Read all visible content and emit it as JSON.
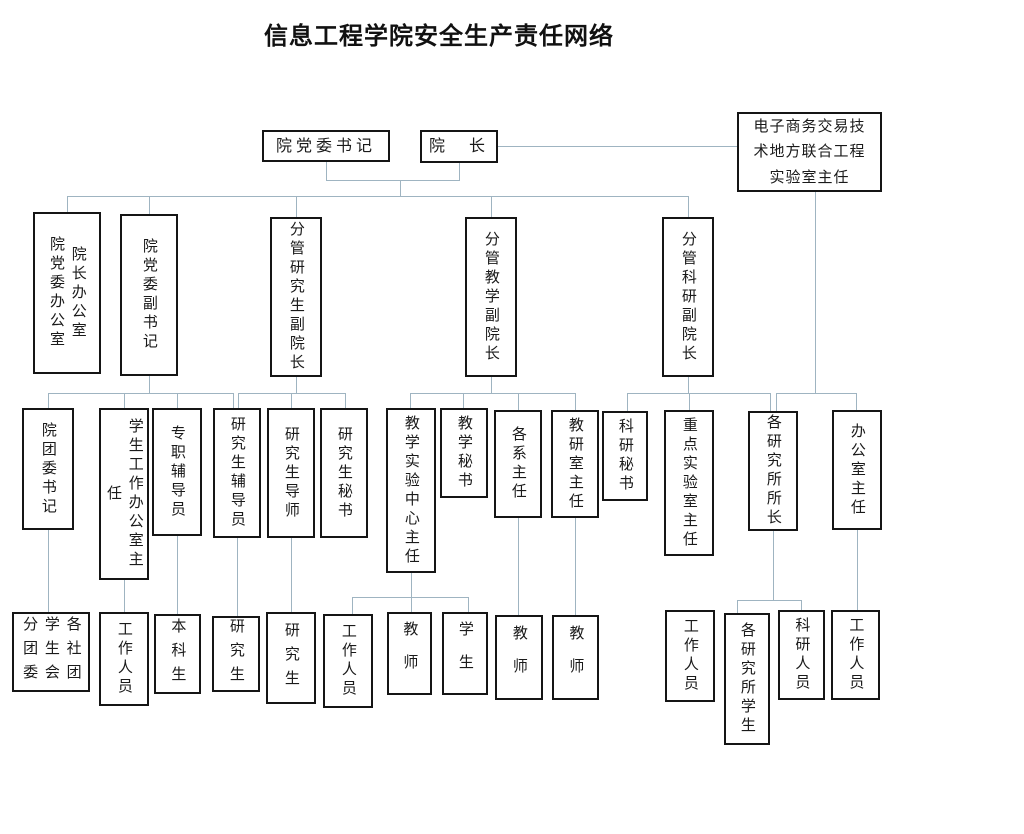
{
  "title": "信息工程学院安全生产责任网络",
  "line_color": "#9fb4c1",
  "nodes": {
    "party_secretary": "院党委书记",
    "dean": "院　长",
    "ecommerce_lab_director": "电子商务交易技\n术地方联合工程\n实验室主任",
    "offices": "院长办公室\n院党委办公室",
    "deputy_party_secretary": "院党委副书记",
    "vice_dean_graduate": "分管研究生副院长",
    "vice_dean_teaching": "分管教学副院长",
    "vice_dean_research": "分管科研副院长",
    "youth_league_secretary": "院团委书记",
    "student_affairs_office_director": "学生工作办公室主任",
    "fulltime_counselors": "专职辅导员",
    "graduate_counselors": "研究生辅导员",
    "graduate_supervisors": "研究生导师",
    "graduate_secretary": "研究生秘书",
    "teaching_lab_center_director": "教学实验中心主任",
    "teaching_secretary": "教学秘书",
    "department_heads": "各系主任",
    "teaching_research_office_directors": "教研室主任",
    "research_secretary": "科研秘书",
    "key_lab_director": "重点实验室主任",
    "institute_directors": "各研究所所长",
    "office_director": "办公室主任",
    "student_orgs": "各社团\n学生会\n分团委",
    "staff_student_affairs": "工作人员",
    "undergraduates": "本科生",
    "graduates_1": "研究生",
    "graduates_2": "研究生",
    "staff_teaching_lab": "工作人员",
    "teachers_teaching_lab": "教师",
    "students_teaching_lab": "学生",
    "teachers_departments": "教师",
    "teachers_tro": "教师",
    "staff_key_lab": "工作人员",
    "institute_students": "各研究所学生",
    "research_staff": "科研人员",
    "staff_office": "工作人员"
  },
  "links": {
    "party_secretary_and_dean": [
      "offices",
      "deputy_party_secretary",
      "vice_dean_graduate",
      "vice_dean_teaching",
      "vice_dean_research"
    ],
    "dean": [
      "ecommerce_lab_director"
    ],
    "deputy_party_secretary": [
      "youth_league_secretary",
      "student_affairs_office_director",
      "fulltime_counselors",
      "graduate_counselors"
    ],
    "vice_dean_graduate": [
      "graduate_counselors",
      "graduate_supervisors",
      "graduate_secretary"
    ],
    "vice_dean_teaching": [
      "teaching_lab_center_director",
      "teaching_secretary",
      "department_heads",
      "teaching_research_office_directors"
    ],
    "vice_dean_research": [
      "research_secretary",
      "key_lab_director",
      "institute_directors"
    ],
    "ecommerce_lab_director": [
      "institute_directors",
      "office_director"
    ],
    "youth_league_secretary": [
      "student_orgs"
    ],
    "student_affairs_office_director": [
      "staff_student_affairs"
    ],
    "fulltime_counselors": [
      "undergraduates"
    ],
    "graduate_counselors": [
      "graduates_1"
    ],
    "graduate_supervisors": [
      "graduates_2"
    ],
    "teaching_lab_center_director": [
      "staff_teaching_lab",
      "teachers_teaching_lab",
      "students_teaching_lab"
    ],
    "department_heads": [
      "teachers_departments"
    ],
    "teaching_research_office_directors": [
      "teachers_tro"
    ],
    "institute_directors": [
      "institute_students",
      "research_staff"
    ],
    "office_director": [
      "staff_office"
    ]
  }
}
